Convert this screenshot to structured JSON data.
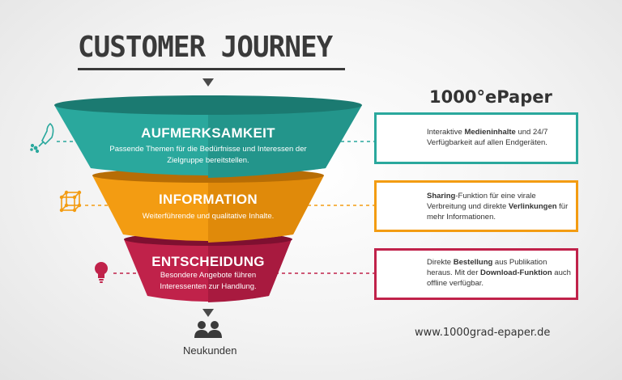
{
  "title": "CUSTOMER JOURNEY",
  "brand": "1000°ePaper",
  "stages": [
    {
      "title": "AUFMERKSAMKEIT",
      "description": "Passende Themen für die Bedürfnisse und Interessen der Zielgruppe bereitstellen.",
      "icon": "rocket-icon",
      "color": "#2aa89d",
      "feature_icon": "image-gallery-icon",
      "feature_parts": [
        {
          "text": "Interaktive ",
          "bold": false
        },
        {
          "text": "Medieninhalte",
          "bold": true
        },
        {
          "text": " und 24/7 Verfügbarkeit auf allen Endgeräten.",
          "bold": false
        }
      ]
    },
    {
      "title": "INFORMATION",
      "description": "Weiterführende und qualitative Inhalte.",
      "icon": "cube-network-icon",
      "color": "#f39c12",
      "feature_icon": "chat-share-icon",
      "feature_parts": [
        {
          "text": "Sharing",
          "bold": true
        },
        {
          "text": "-Funktion für eine virale Verbreitung und direkte ",
          "bold": false
        },
        {
          "text": "Verlinkungen",
          "bold": true
        },
        {
          "text": " für mehr Informationen.",
          "bold": false
        }
      ]
    },
    {
      "title": "ENTSCHEIDUNG",
      "description": "Besondere Angebote führen Interessenten zur Handlung.",
      "icon": "lightbulb-icon",
      "color": "#c0224a",
      "feature_icon": "shopping-cart-icon",
      "feature_parts": [
        {
          "text": "Direkte ",
          "bold": false
        },
        {
          "text": "Bestellung",
          "bold": true
        },
        {
          "text": " aus Publikation heraus. Mit der ",
          "bold": false
        },
        {
          "text": "Download-Funktion",
          "bold": true
        },
        {
          "text": " auch offline verfügbar.",
          "bold": false
        }
      ]
    }
  ],
  "outcome": {
    "label": "Neukunden",
    "icon": "users-icon"
  },
  "website": "www.1000grad-epaper.de"
}
